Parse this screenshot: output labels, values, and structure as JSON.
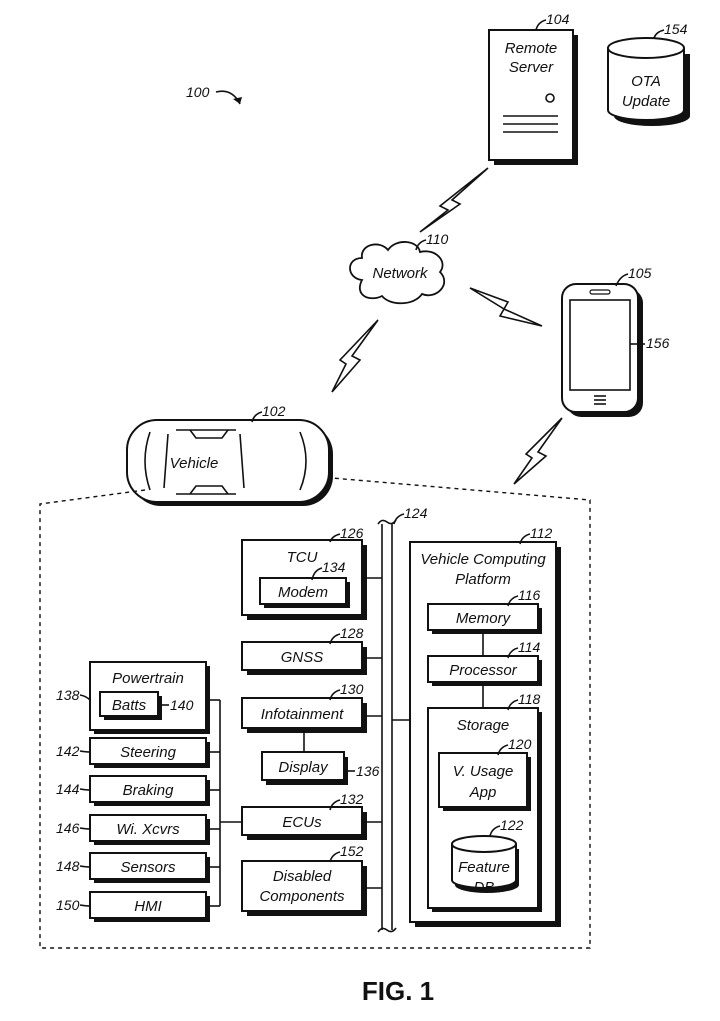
{
  "labels": {
    "remote_server_1": "Remote",
    "remote_server_2": "Server",
    "ota_1": "OTA",
    "ota_2": "Update",
    "network": "Network",
    "vehicle": "Vehicle",
    "tcu": "TCU",
    "modem": "Modem",
    "gnss": "GNSS",
    "infotainment": "Infotainment",
    "display": "Display",
    "ecus": "ECUs",
    "disabled_1": "Disabled",
    "disabled_2": "Components",
    "vcp_1": "Vehicle Computing",
    "vcp_2": "Platform",
    "memory": "Memory",
    "processor": "Processor",
    "storage": "Storage",
    "vusage_1": "V. Usage",
    "vusage_2": "App",
    "feature_1": "Feature",
    "feature_2": "DB",
    "powertrain": "Powertrain",
    "batts": "Batts",
    "steering": "Steering",
    "braking": "Braking",
    "wixcvrs": "Wi. Xcvrs",
    "sensors": "Sensors",
    "hmi": "HMI"
  },
  "refs": {
    "system": "100",
    "vehicle": "102",
    "remote_server": "104",
    "mobile": "105",
    "network": "110",
    "vcp": "112",
    "processor": "114",
    "memory": "116",
    "storage": "118",
    "vusage": "120",
    "feature_db": "122",
    "bus": "124",
    "tcu": "126",
    "gnss": "128",
    "infotainment": "130",
    "ecus": "132",
    "modem": "134",
    "display": "136",
    "powertrain": "138",
    "batts": "140",
    "steering": "142",
    "braking": "144",
    "wixcvrs": "146",
    "sensors": "148",
    "hmi": "150",
    "disabled": "152",
    "ota": "154",
    "screen": "156"
  },
  "figure_caption": "FIG. 1"
}
